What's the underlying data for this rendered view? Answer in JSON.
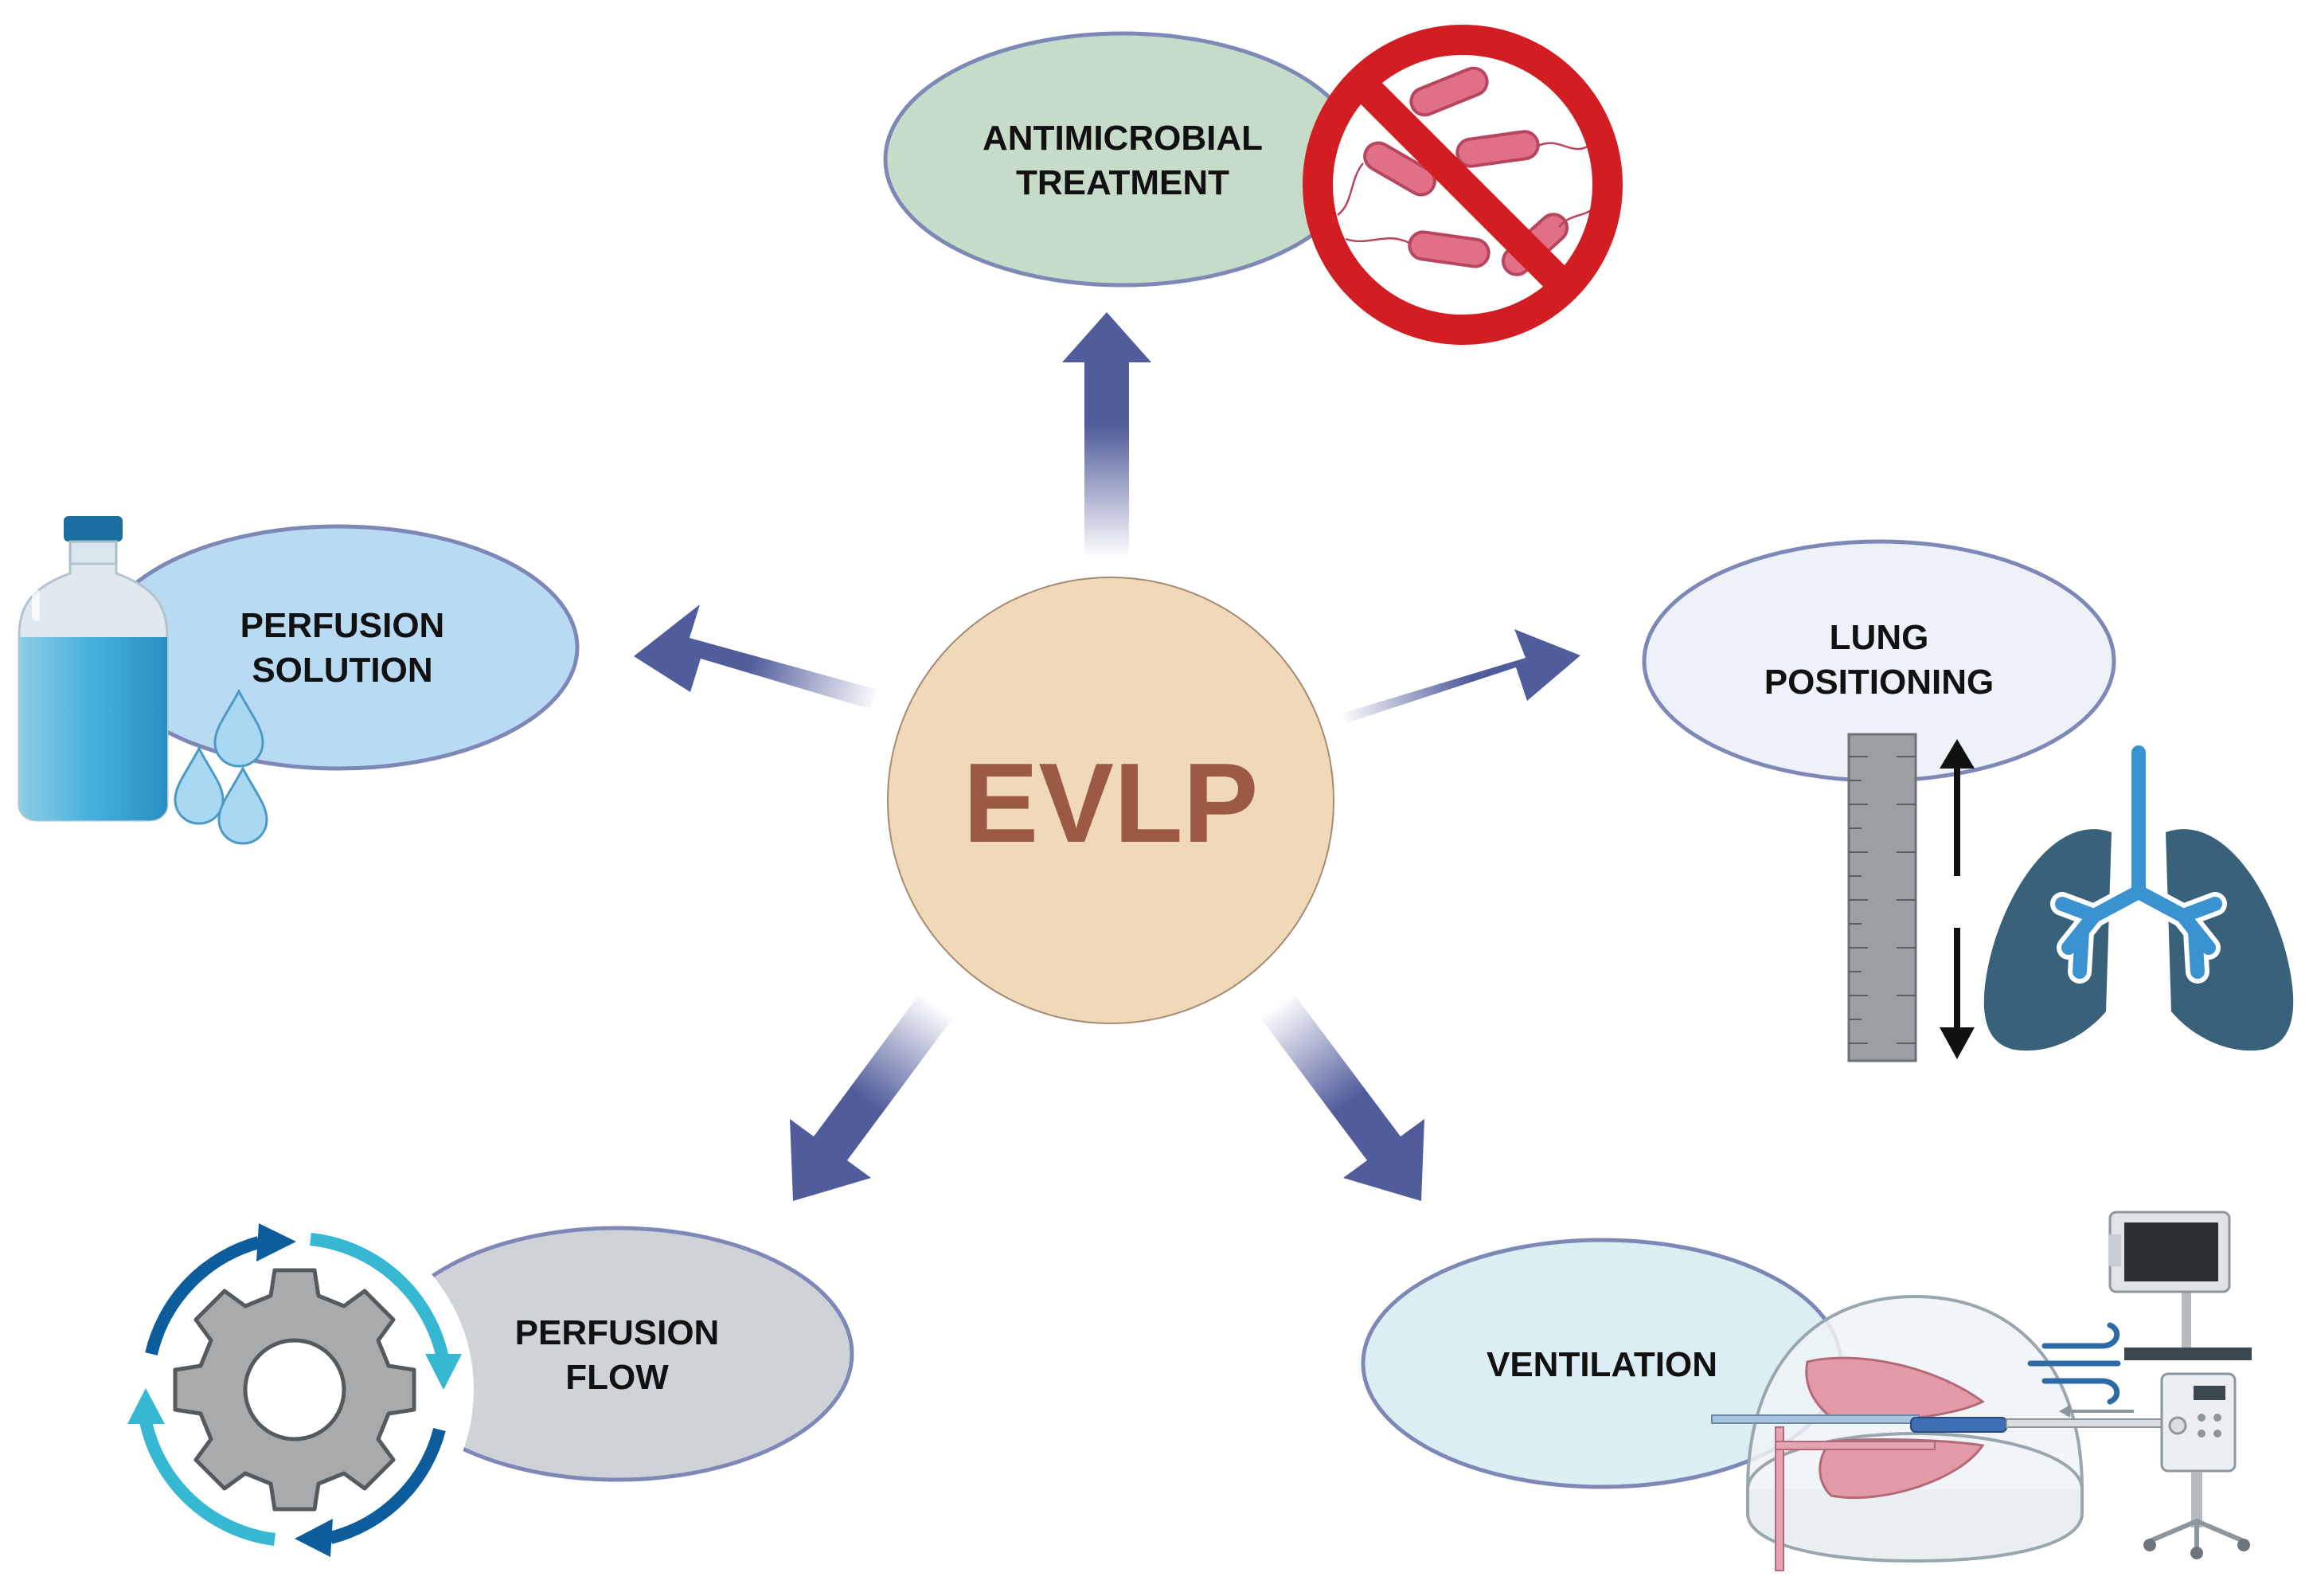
{
  "center": {
    "label": "EVLP"
  },
  "nodes": {
    "antimicrobial": {
      "line1": "ANTIMICROBIAL",
      "line2": "TREATMENT"
    },
    "perfusion_solution": {
      "line1": "PERFUSION",
      "line2": "SOLUTION"
    },
    "lung_positioning": {
      "line1": "LUNG",
      "line2": "POSITIONING"
    },
    "perfusion_flow": {
      "line1": "PERFUSION",
      "line2": "FLOW"
    },
    "ventilation": {
      "line1": "VENTILATION"
    }
  },
  "colors": {
    "arrow": "#515c9b",
    "center_fill": "#efd9b8",
    "center_text": "#9c5a45",
    "antimicrobial_fill": "#c7dcc8",
    "solution_fill": "#b9daf3",
    "positioning_fill": "#edf2fa",
    "flow_fill": "#ced3d8",
    "ventilation_fill": "#dcedf4",
    "ellipse_stroke": "#7d88b6",
    "prohibit_red": "#d21e23"
  },
  "icons": {
    "antimicrobial": "no-bacteria-icon",
    "perfusion_solution": "bottle-icon",
    "lung_positioning": "lungs-ruler-icon",
    "perfusion_flow": "gear-cycle-icon",
    "ventilation": "ventilator-icon"
  }
}
